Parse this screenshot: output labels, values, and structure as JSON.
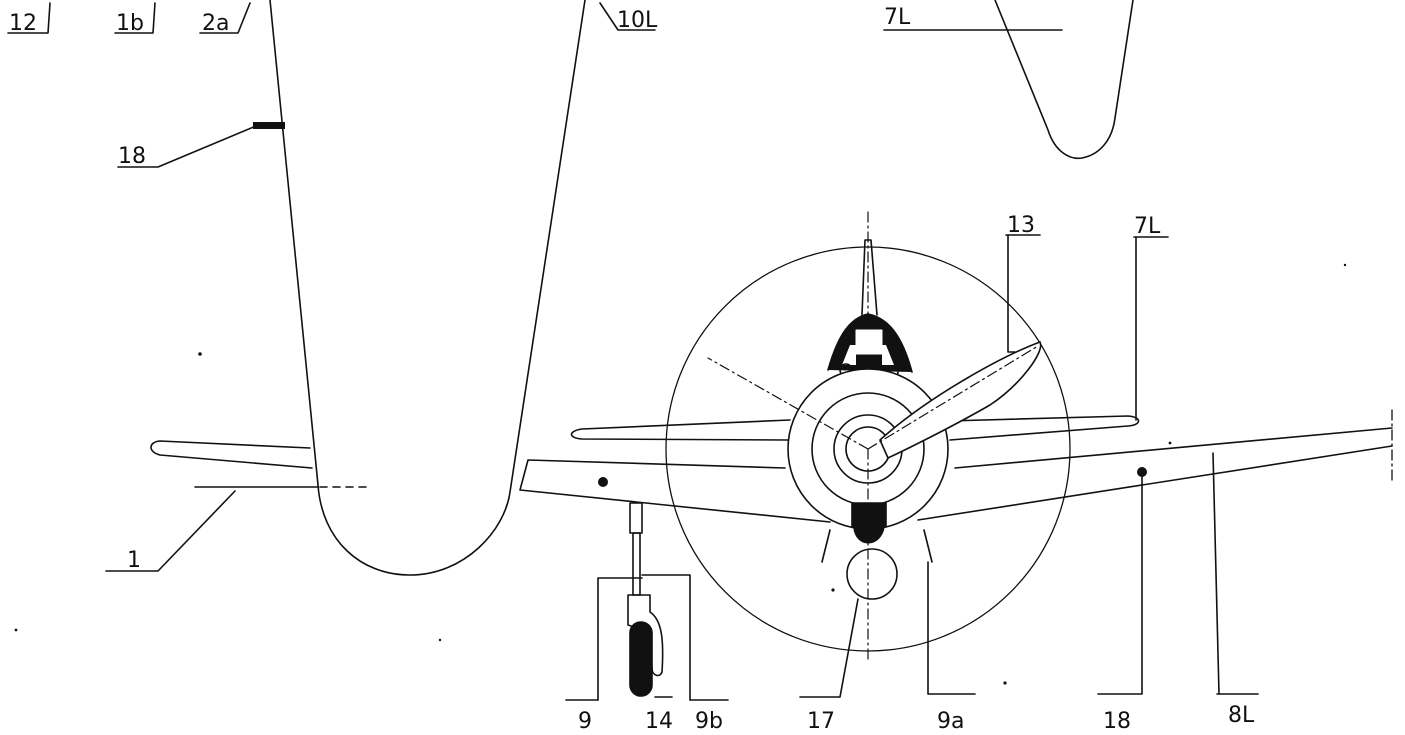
{
  "callouts": {
    "c12": "12",
    "c1b": "1b",
    "c2a": "2a",
    "c10L": "10L",
    "c7L_top": "7L",
    "c18_left": "18",
    "c13": "13",
    "c7L_right": "7L",
    "c1": "1",
    "c9": "9",
    "c14": "14",
    "c9b": "9b",
    "c17": "17",
    "c9a": "9a",
    "c18_bottom": "18",
    "c8L": "8L"
  },
  "colors": {
    "ink": "#111111",
    "paper": "#ffffff"
  }
}
